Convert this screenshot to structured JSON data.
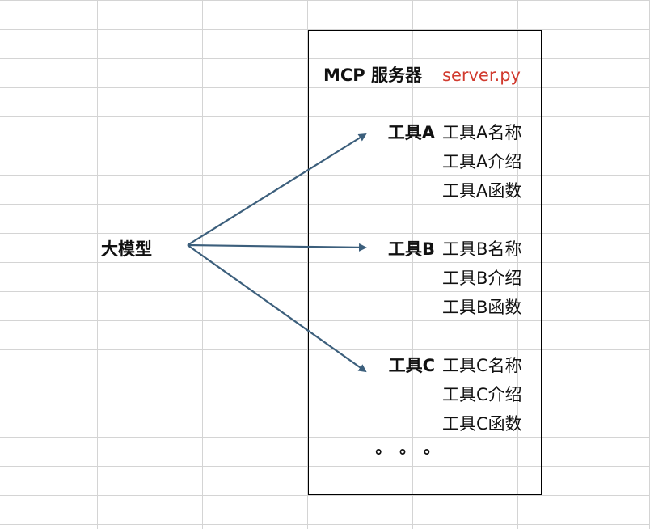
{
  "diagram": {
    "model_label": "大模型",
    "server": {
      "label": "MCP 服务器",
      "file": "server.py",
      "file_color": "#d13b2f",
      "border_color": "#000000"
    },
    "arrow_color": "#3c5f7c",
    "tools": [
      {
        "name": "工具A",
        "fields": [
          "工具A名称",
          "工具A介绍",
          "工具A函数"
        ]
      },
      {
        "name": "工具B",
        "fields": [
          "工具B名称",
          "工具B介绍",
          "工具B函数"
        ]
      },
      {
        "name": "工具C",
        "fields": [
          "工具C名称",
          "工具C介绍",
          "工具C函数"
        ]
      }
    ],
    "ellipsis": "° ° °"
  }
}
